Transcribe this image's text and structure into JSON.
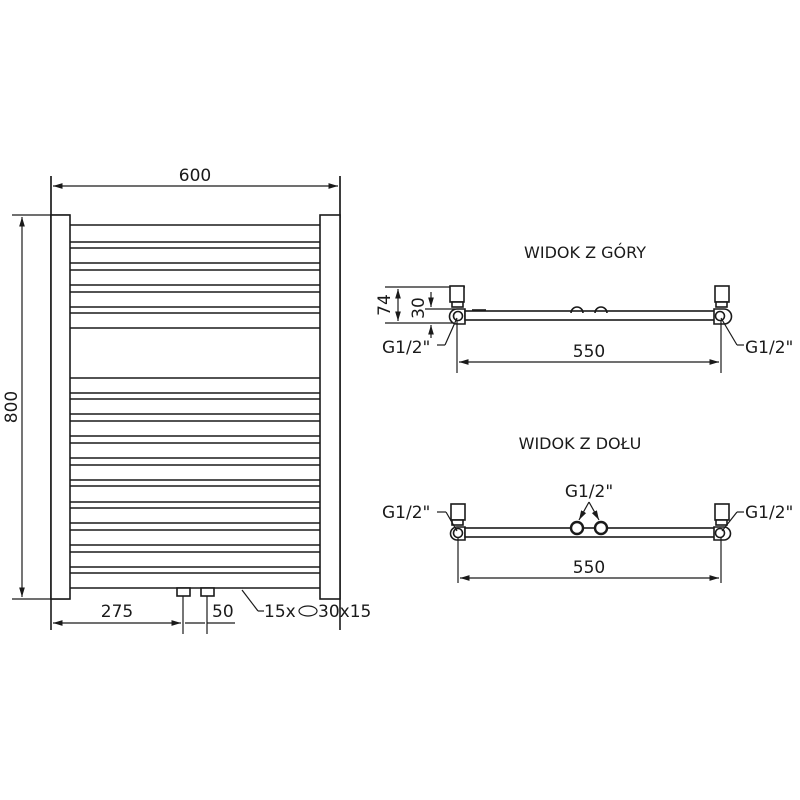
{
  "front_view": {
    "width_label": "600",
    "height_label": "800",
    "offset_label": "275",
    "spacing_label": "50",
    "tubes_count_label": "15x",
    "tubes_size_label": "30x15",
    "bar_groups": [
      [
        225,
        242,
        248,
        263,
        270,
        285,
        292,
        307,
        313,
        328
      ],
      [
        378,
        393,
        399,
        414,
        421,
        436,
        443,
        458,
        465,
        480,
        486,
        502,
        508,
        523,
        530,
        545,
        552,
        567,
        573,
        588
      ]
    ]
  },
  "top_view": {
    "title": "WIDOK Z GÓRY",
    "depth_label": "74",
    "axis_label": "30",
    "width_label": "550",
    "left_connection": "G1/2\"",
    "right_connection": "G1/2\""
  },
  "bottom_view": {
    "title": "WIDOK Z DOŁU",
    "width_label": "550",
    "left_connection": "G1/2\"",
    "right_connection": "G1/2\"",
    "center_connection": "G1/2\""
  },
  "colors": {
    "line": "#1a1a1a",
    "background": "#ffffff"
  }
}
